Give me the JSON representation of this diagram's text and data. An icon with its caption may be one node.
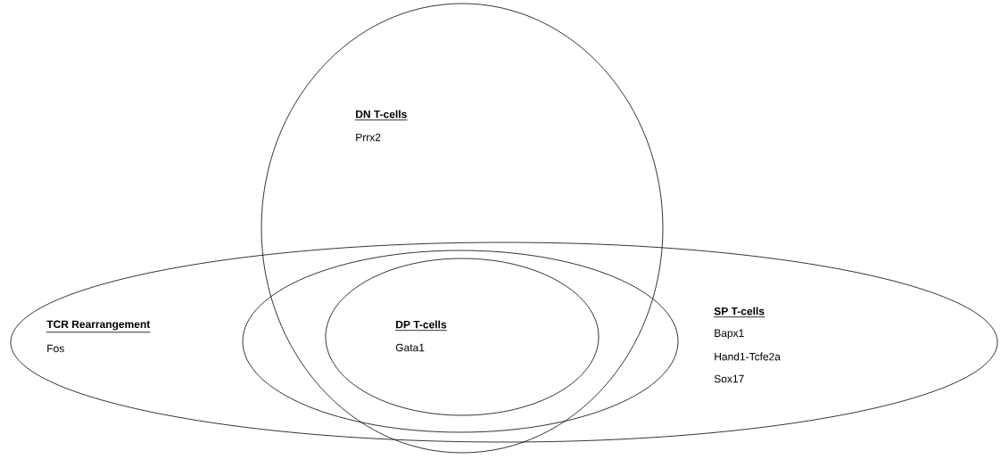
{
  "diagram": {
    "nodes": [
      {
        "text": [
          "DN T-cells",
          "Prrx2"
        ]
      },
      {
        "text": [
          "TCR Rearrangement",
          "Fos"
        ]
      },
      {
        "text": [],
        "shape": "ellipse",
        "in": 1
      },
      {
        "text": [
          "DP T-cells",
          "Gata1"
        ],
        "in": 2
      }
    ],
    "labels": [
      "SP T-cells",
      "Bapx1",
      "Hand1-Tcfe2a",
      "Sox17"
    ]
  }
}
